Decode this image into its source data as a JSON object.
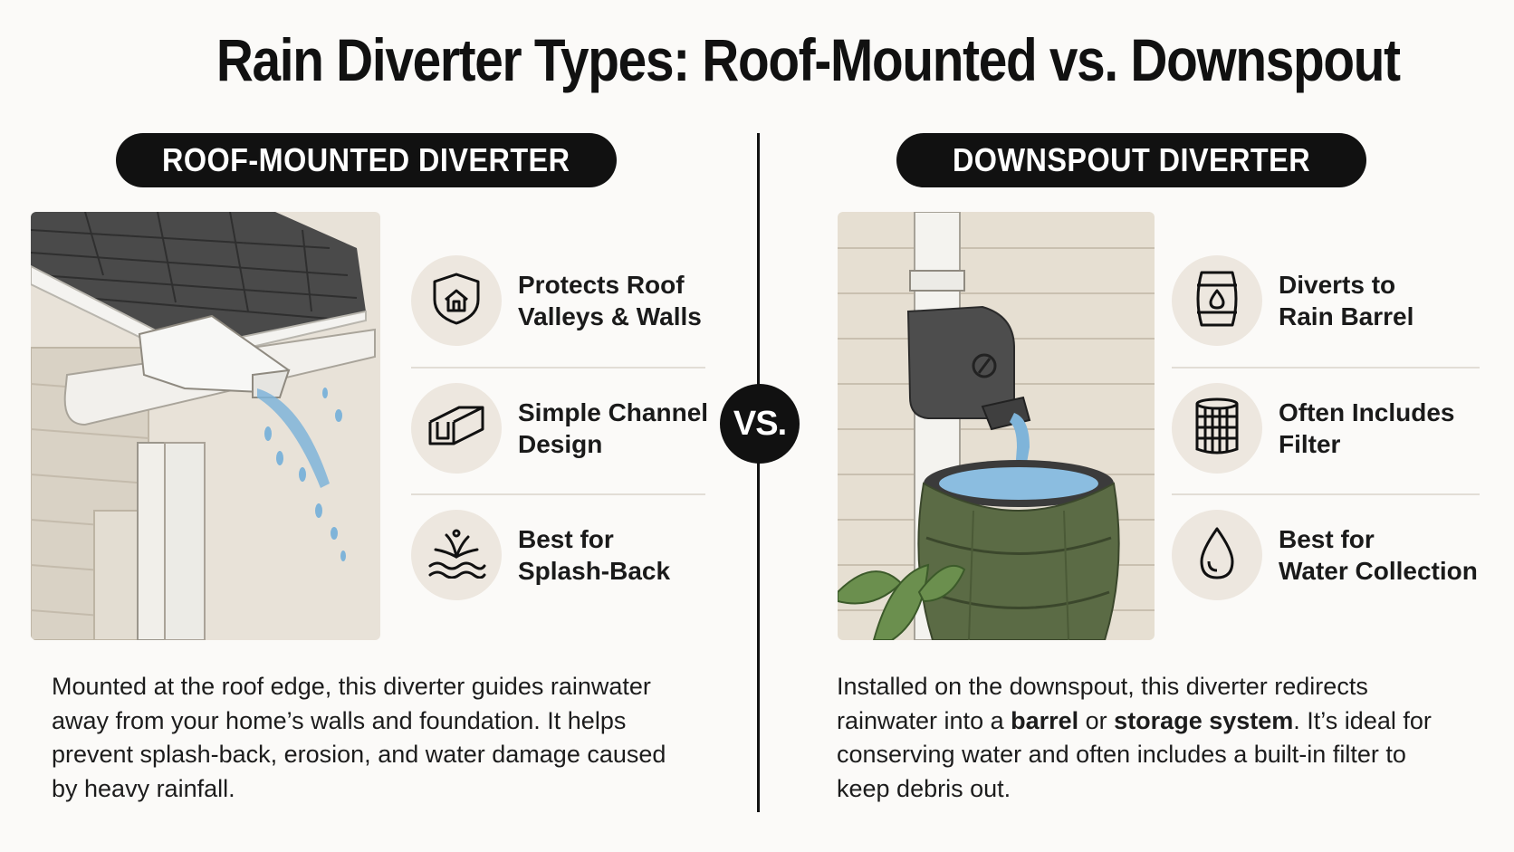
{
  "title": "Rain Diverter Types: Roof-Mounted vs. Downspout",
  "vs_label": "VS.",
  "left": {
    "heading": "ROOF-MOUNTED DIVERTER",
    "features": [
      {
        "icon": "house-shield-icon",
        "label": "Protects Roof\nValleys & Walls"
      },
      {
        "icon": "channel-icon",
        "label": "Simple Channel\nDesign"
      },
      {
        "icon": "splash-icon",
        "label": "Best for\nSplash-Back"
      }
    ],
    "description": {
      "text": "Mounted at the roof edge, this diverter guides rainwater away from your home’s walls and foundation. It helps prevent splash-back, erosion, and water damage caused by heavy rainfall."
    }
  },
  "right": {
    "heading": "DOWNSPOUT DIVERTER",
    "features": [
      {
        "icon": "barrel-icon",
        "label": "Diverts to\nRain Barrel"
      },
      {
        "icon": "filter-icon",
        "label": "Often Includes\nFilter"
      },
      {
        "icon": "water-drop-icon",
        "label": "Best for\nWater Collection"
      }
    ],
    "description": {
      "part1": "Installed on the downspout, this diverter redirects rainwater into a ",
      "bold1": "barrel",
      "part2": " or ",
      "bold2": "storage system",
      "part3": ". It’s ideal for conserving water and often includes a built-in filter to keep debris out."
    }
  },
  "colors": {
    "ink": "#111111",
    "icon_bg": "#ede7df",
    "water": "#7fb4d9",
    "barrel": "#5b6b45"
  }
}
